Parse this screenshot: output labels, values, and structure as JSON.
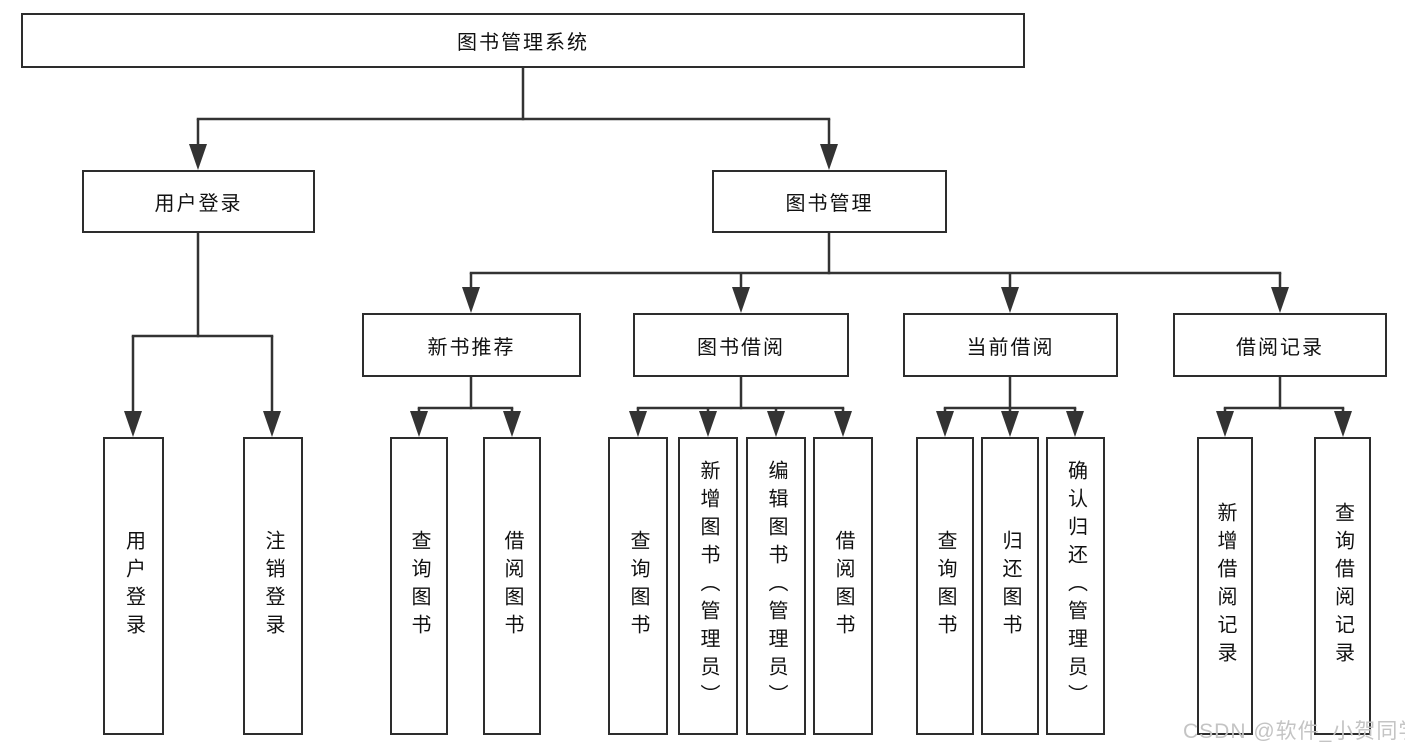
{
  "tree": {
    "root": "图书管理系统",
    "branches": [
      {
        "label": "用户登录",
        "children": [
          "用户登录",
          "注销登录"
        ]
      },
      {
        "label": "图书管理",
        "groups": [
          {
            "label": "新书推荐",
            "children": [
              "查询图书",
              "借阅图书"
            ]
          },
          {
            "label": "图书借阅",
            "children": [
              "查询图书",
              "新增图书（管理员）",
              "编辑图书（管理员）",
              "借阅图书"
            ]
          },
          {
            "label": "当前借阅",
            "children": [
              "查询图书",
              "归还图书",
              "确认归还（管理员）"
            ]
          },
          {
            "label": "借阅记录",
            "children": [
              "新增借阅记录",
              "查询借阅记录"
            ]
          }
        ]
      }
    ]
  },
  "watermark": {
    "text": "CSDN @软件_小贺同学"
  },
  "colors": {
    "line": "#333333",
    "box_border": "#2d2d2d",
    "text": "#111111",
    "watermark": "#c4c4c4",
    "background": "#ffffff"
  }
}
